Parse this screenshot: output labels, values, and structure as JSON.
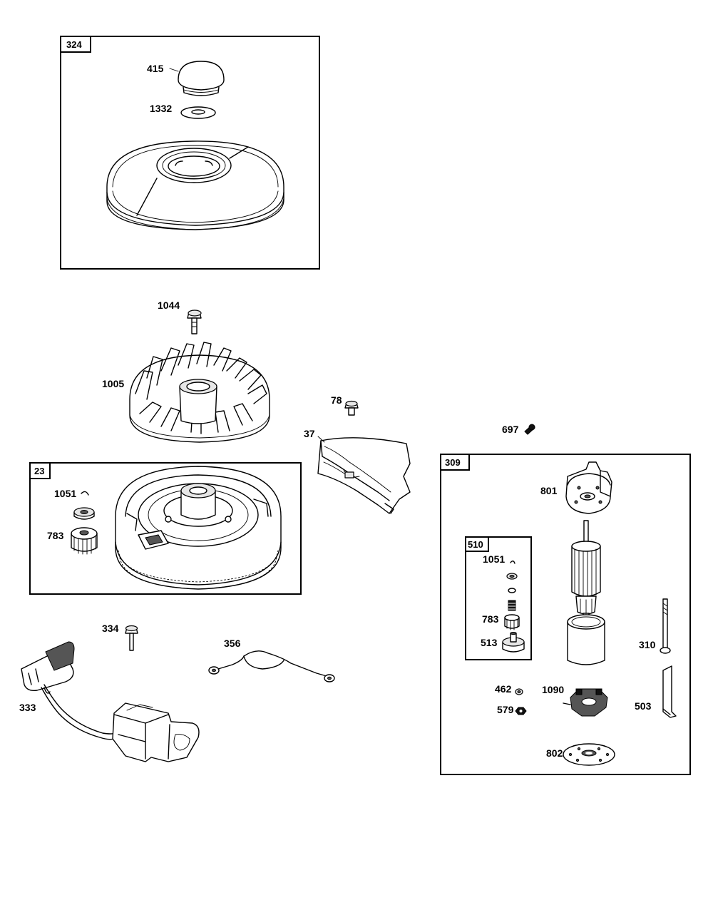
{
  "groups": {
    "g324": "324",
    "g23": "23",
    "g309": "309",
    "g510": "510"
  },
  "parts": {
    "p415": "415",
    "p1332": "1332",
    "p1044": "1044",
    "p1005": "1005",
    "p78": "78",
    "p37": "37",
    "p697": "697",
    "p1051a": "1051",
    "p783a": "783",
    "p801": "801",
    "p1051b": "1051",
    "p783b": "783",
    "p513": "513",
    "p334": "334",
    "p356": "356",
    "p333": "333",
    "p310": "310",
    "p462": "462",
    "p1090": "1090",
    "p579": "579",
    "p503": "503",
    "p802": "802"
  }
}
